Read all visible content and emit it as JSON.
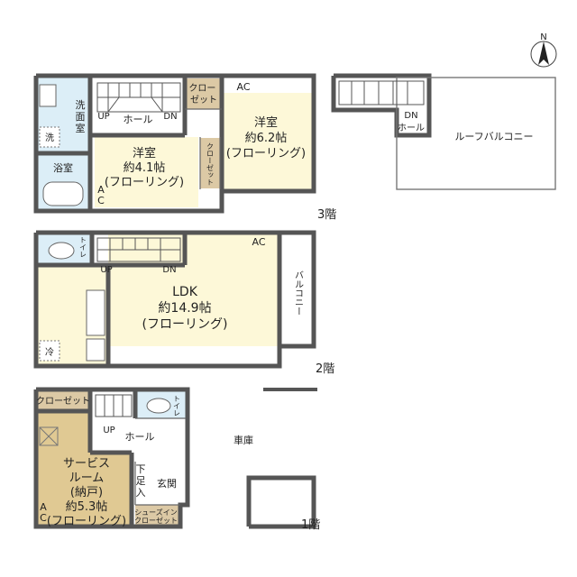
{
  "floors": {
    "f3": {
      "floor_label": "3階",
      "wash_room": "洗\n面\n室",
      "wash_machine": "洗",
      "bath": "浴室",
      "ac_vertical": "A\nC",
      "hall": "ホール",
      "up": "UP",
      "dn": "DN",
      "closet_a": "クロー\nゼット",
      "ac": "AC",
      "bedroom_large_name": "洋室",
      "bedroom_large_size": "約6.2帖",
      "bedroom_large_floor": "(フローリング)",
      "bedroom_small_name": "洋室",
      "bedroom_small_size": "約4.1帖",
      "bedroom_small_floor": "(フローリング)",
      "closet_b": "クローゼット"
    },
    "roof": {
      "dn": "DN",
      "hall": "ホール",
      "balcony": "ルーフバルコニー"
    },
    "f2": {
      "floor_label": "2階",
      "toilet": "トイレ",
      "up": "UP",
      "dn": "DN",
      "ac": "AC",
      "ldk_name": "LDK",
      "ldk_size": "約14.9帖",
      "ldk_floor": "(フローリング)",
      "balcony": "バルコニー",
      "fridge": "冷"
    },
    "f1": {
      "floor_label": "1階",
      "closet": "クローゼット",
      "toilet": "トイレ",
      "up": "UP",
      "hall": "ホール",
      "garage": "車庫",
      "service_room_l1": "サービス",
      "service_room_l2": "ルーム",
      "service_room_l3": "(納戸)",
      "service_room_size": "約5.3帖",
      "service_room_floor": "(フローリング)",
      "shoe_storage": "下\n足\n入",
      "entrance": "玄関",
      "shoes_in_closet_l1": "シューズイン",
      "shoes_in_closet_l2": "クローゼット",
      "ac_vertical": "A\nC"
    }
  },
  "compass": {
    "label": "N"
  },
  "colors": {
    "wall": "#555555",
    "room_fill": "#fdf8d8",
    "wet_fill": "#dceef7",
    "closet_fill": "#dcc9a5",
    "service_fill": "#e0c993",
    "outdoor_fill": "#ffffff"
  }
}
